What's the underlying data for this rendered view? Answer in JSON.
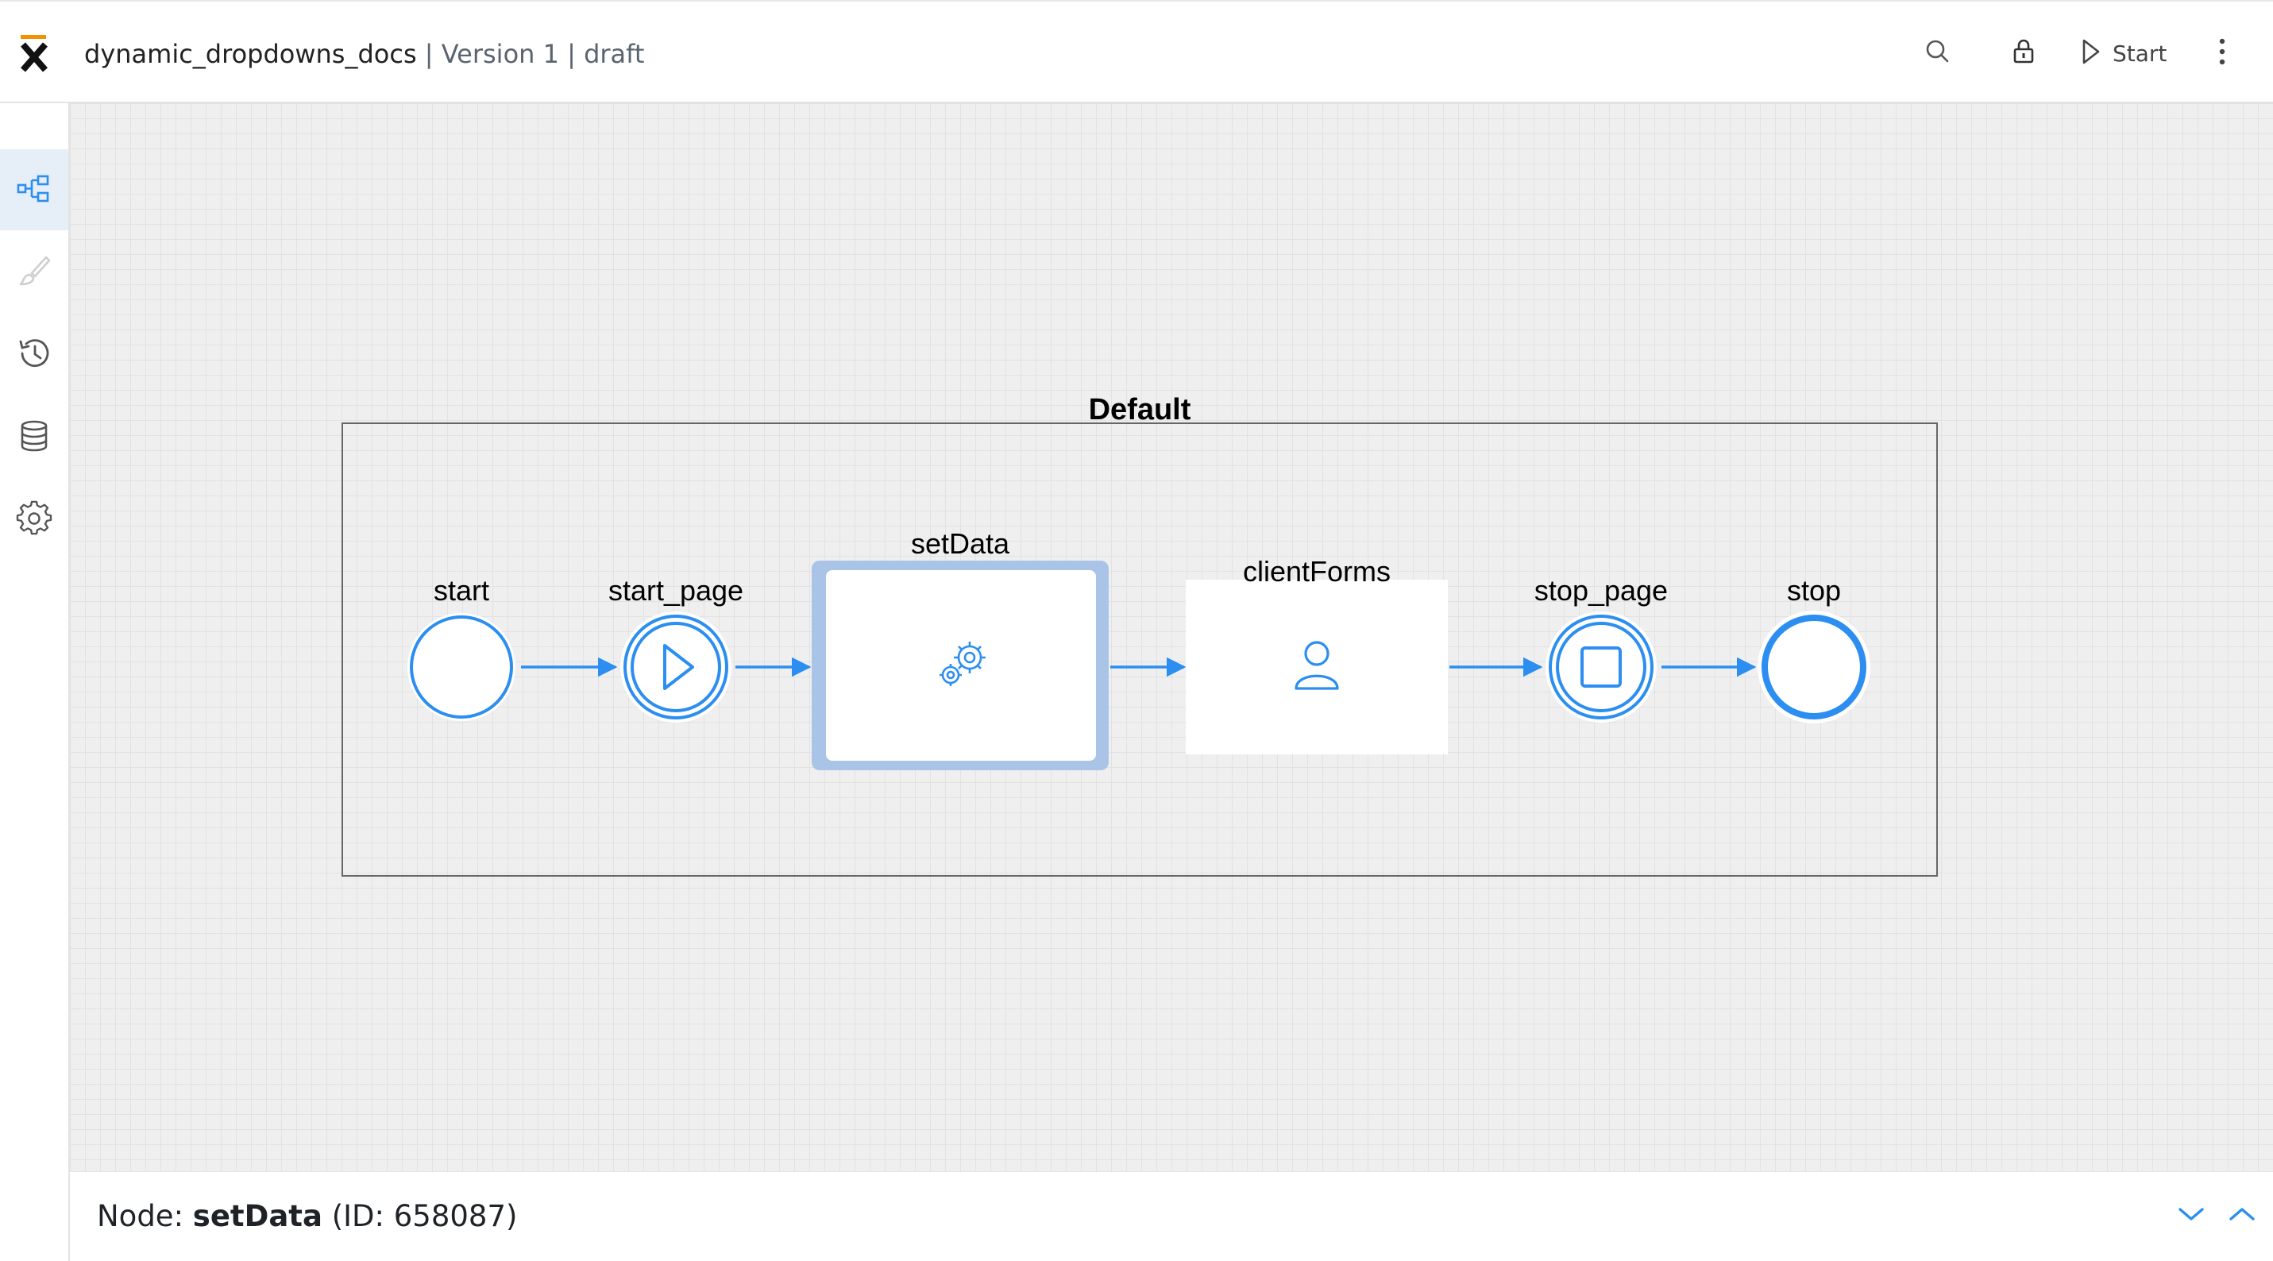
{
  "header": {
    "app_name": "dynamic_dropdowns_docs",
    "separator": "|",
    "version": "Version 1",
    "status": "draft",
    "start_label": "Start",
    "icons": {
      "logo": "x-logo-icon",
      "search": "search-icon",
      "lock": "lock-icon",
      "start": "play-icon",
      "more": "kebab-menu-icon"
    }
  },
  "sidebar": {
    "items": [
      {
        "name": "process-diagram",
        "icon": "process-tree-icon",
        "active": true
      },
      {
        "name": "theme",
        "icon": "brush-icon",
        "active": false
      },
      {
        "name": "history",
        "icon": "history-icon",
        "active": false
      },
      {
        "name": "data-model",
        "icon": "database-icon",
        "active": false
      },
      {
        "name": "settings",
        "icon": "gear-icon",
        "active": false
      }
    ]
  },
  "diagram": {
    "swimlane_label": "Default",
    "nodes": [
      {
        "id": "start",
        "label": "start",
        "type": "start-event"
      },
      {
        "id": "start_page",
        "label": "start_page",
        "type": "start-page"
      },
      {
        "id": "setData",
        "label": "setData",
        "type": "service-task",
        "selected": true
      },
      {
        "id": "clientForms",
        "label": "clientForms",
        "type": "user-task"
      },
      {
        "id": "stop_page",
        "label": "stop_page",
        "type": "stop-page"
      },
      {
        "id": "stop",
        "label": "stop",
        "type": "end-event"
      }
    ]
  },
  "bottom_panel": {
    "prefix": "Node: ",
    "node_name": "setData",
    "id_text": " (ID: 658087)",
    "icons": {
      "collapse": "chevron-down-icon",
      "expand": "chevron-up-icon"
    }
  },
  "colors": {
    "accent": "#2b8ef0",
    "selection": "#a9c4e6",
    "sidebar_active": "#e6eef7",
    "logo_orange": "#f39200"
  }
}
